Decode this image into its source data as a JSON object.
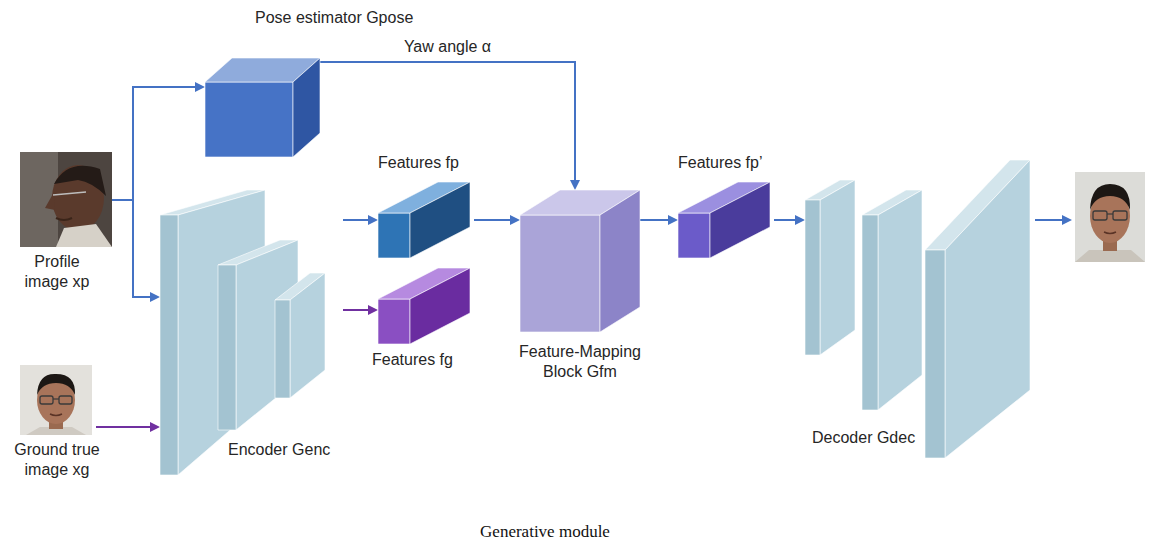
{
  "diagram": {
    "caption": "Generative module",
    "nodes": [
      {
        "text": [
          "Pose estimator Gpose"
        ]
      },
      {
        "text": [
          "Profile image xp"
        ]
      },
      {
        "text": [
          "Ground true image xg"
        ]
      },
      {
        "text": [
          "Encoder Genc"
        ]
      },
      {
        "text": [
          "Features fp"
        ]
      },
      {
        "text": [
          "Features fg"
        ]
      },
      {
        "text": [
          "Feature-Mapping Block Gfm"
        ]
      },
      {
        "text": [
          "Features fp’"
        ]
      },
      {
        "text": [
          "Decoder Gdec"
        ]
      }
    ],
    "edges": [
      {
        "from": 1,
        "to": 0,
        "arrow": "to"
      },
      {
        "from": 1,
        "to": 3,
        "arrow": "to"
      },
      {
        "from": 2,
        "to": 3,
        "arrow": "to"
      },
      {
        "from": 3,
        "to": 4,
        "arrow": "to"
      },
      {
        "from": 3,
        "to": 5,
        "arrow": "to"
      },
      {
        "from": 0,
        "to": 6,
        "arrow": "to",
        "label": "Yaw angle α"
      },
      {
        "from": 4,
        "to": 6,
        "arrow": "to"
      },
      {
        "from": 6,
        "to": 7,
        "arrow": "to"
      },
      {
        "from": 7,
        "to": 8,
        "arrow": "to"
      }
    ]
  }
}
